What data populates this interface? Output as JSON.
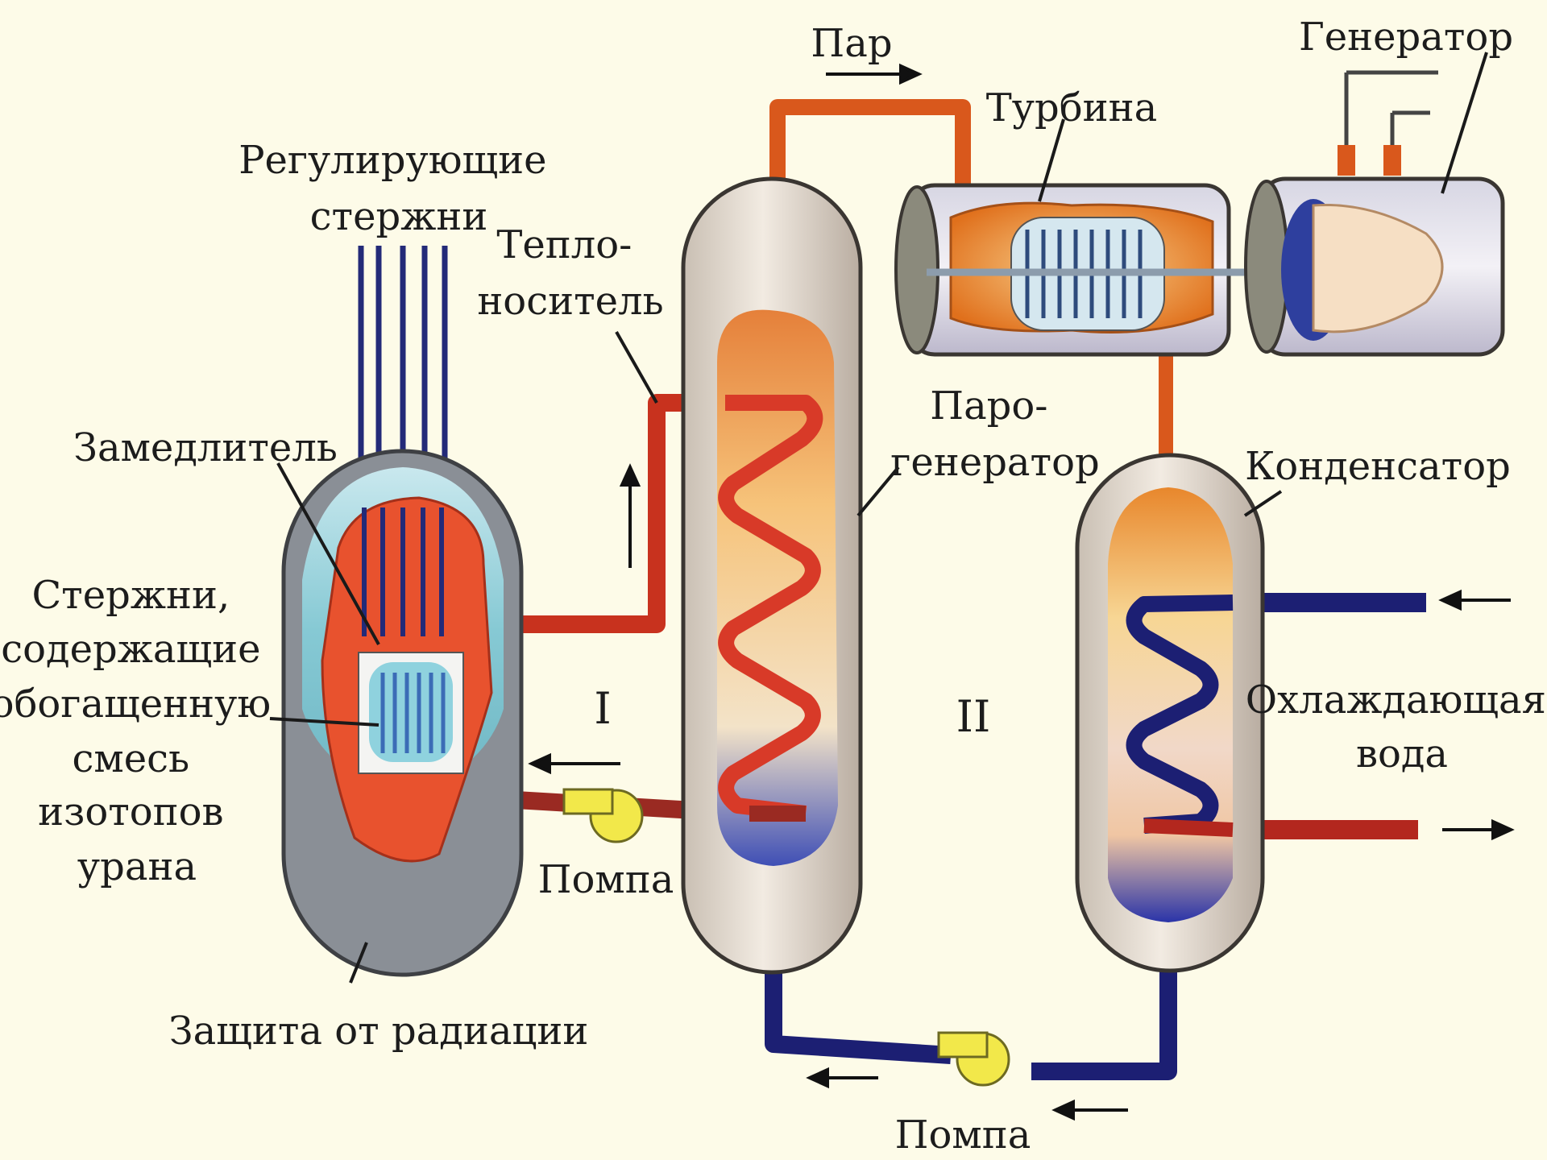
{
  "labels": {
    "control_rods": [
      "Регулирующие",
      "стержни"
    ],
    "coolant": [
      "Тепло-",
      "носитель"
    ],
    "moderator": "Замедлитель",
    "fuel_rods": [
      "Стержни,",
      "содержащие",
      "обогащенную",
      "смесь",
      "изотопов",
      "урана"
    ],
    "shield": "Защита от радиации",
    "pump_primary": "Помпа",
    "pump_secondary": "Помпа",
    "steam": "Пар",
    "turbine": "Турбина",
    "generator": "Генератор",
    "steam_generator": [
      "Паро-",
      "генератор"
    ],
    "condenser": "Конденсатор",
    "cooling_water": [
      "Охлаждающая",
      "вода"
    ],
    "circuit_primary": "I",
    "circuit_secondary": "II"
  },
  "colors": {
    "background": "#fdfbe8",
    "hot_pipe": "#c8321e",
    "steam_pipe": "#d9581c",
    "cold_pipe": "#1c1f73",
    "pump": "#f2e84a",
    "vessel_shell": "#e8ddd0",
    "reactor_shield": "#8a8f96",
    "reactor_inner_water": "#8fd2de",
    "moderator": "#e8522e"
  }
}
